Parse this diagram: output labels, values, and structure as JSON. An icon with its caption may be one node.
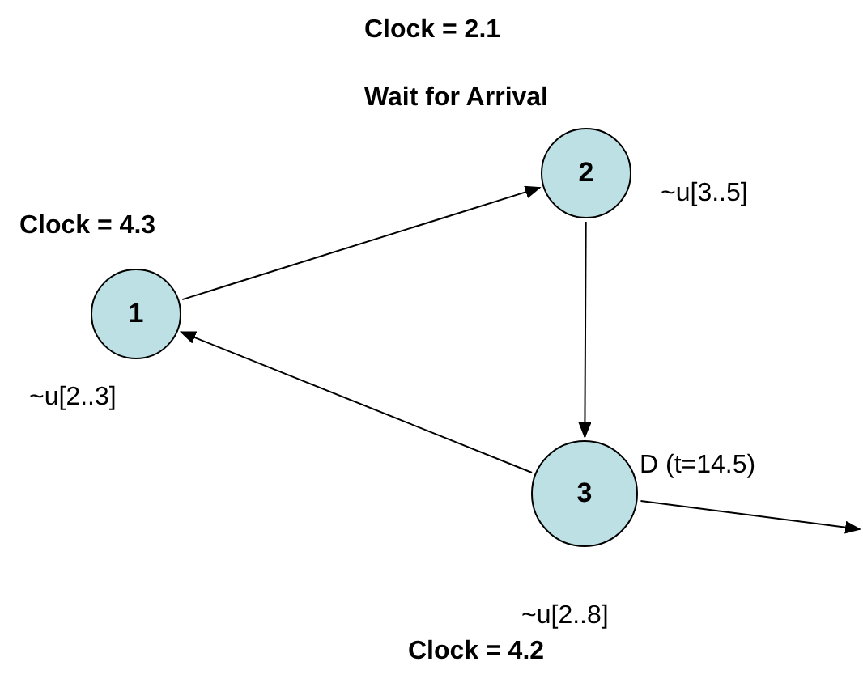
{
  "diagram": {
    "nodes": [
      {
        "text": [
          "1"
        ],
        "beside": [
          "Clock = 4.3",
          "~u[2..3]"
        ]
      },
      {
        "text": [
          "2"
        ],
        "beside": [
          "Clock = 2.1",
          "Wait for Arrival",
          "~u[3..5]"
        ]
      },
      {
        "text": [
          "3"
        ],
        "beside": [
          "~u[2..8]",
          "Clock = 4.2"
        ]
      }
    ],
    "edges": [
      {
        "from": 0,
        "to": 1,
        "arrow": "to"
      },
      {
        "from": 1,
        "to": 2,
        "arrow": "to"
      },
      {
        "from": 2,
        "to": 0,
        "arrow": "to"
      },
      {
        "from": 2,
        "to": null,
        "arrow": "to",
        "label": "D (t=14.5)"
      }
    ]
  }
}
